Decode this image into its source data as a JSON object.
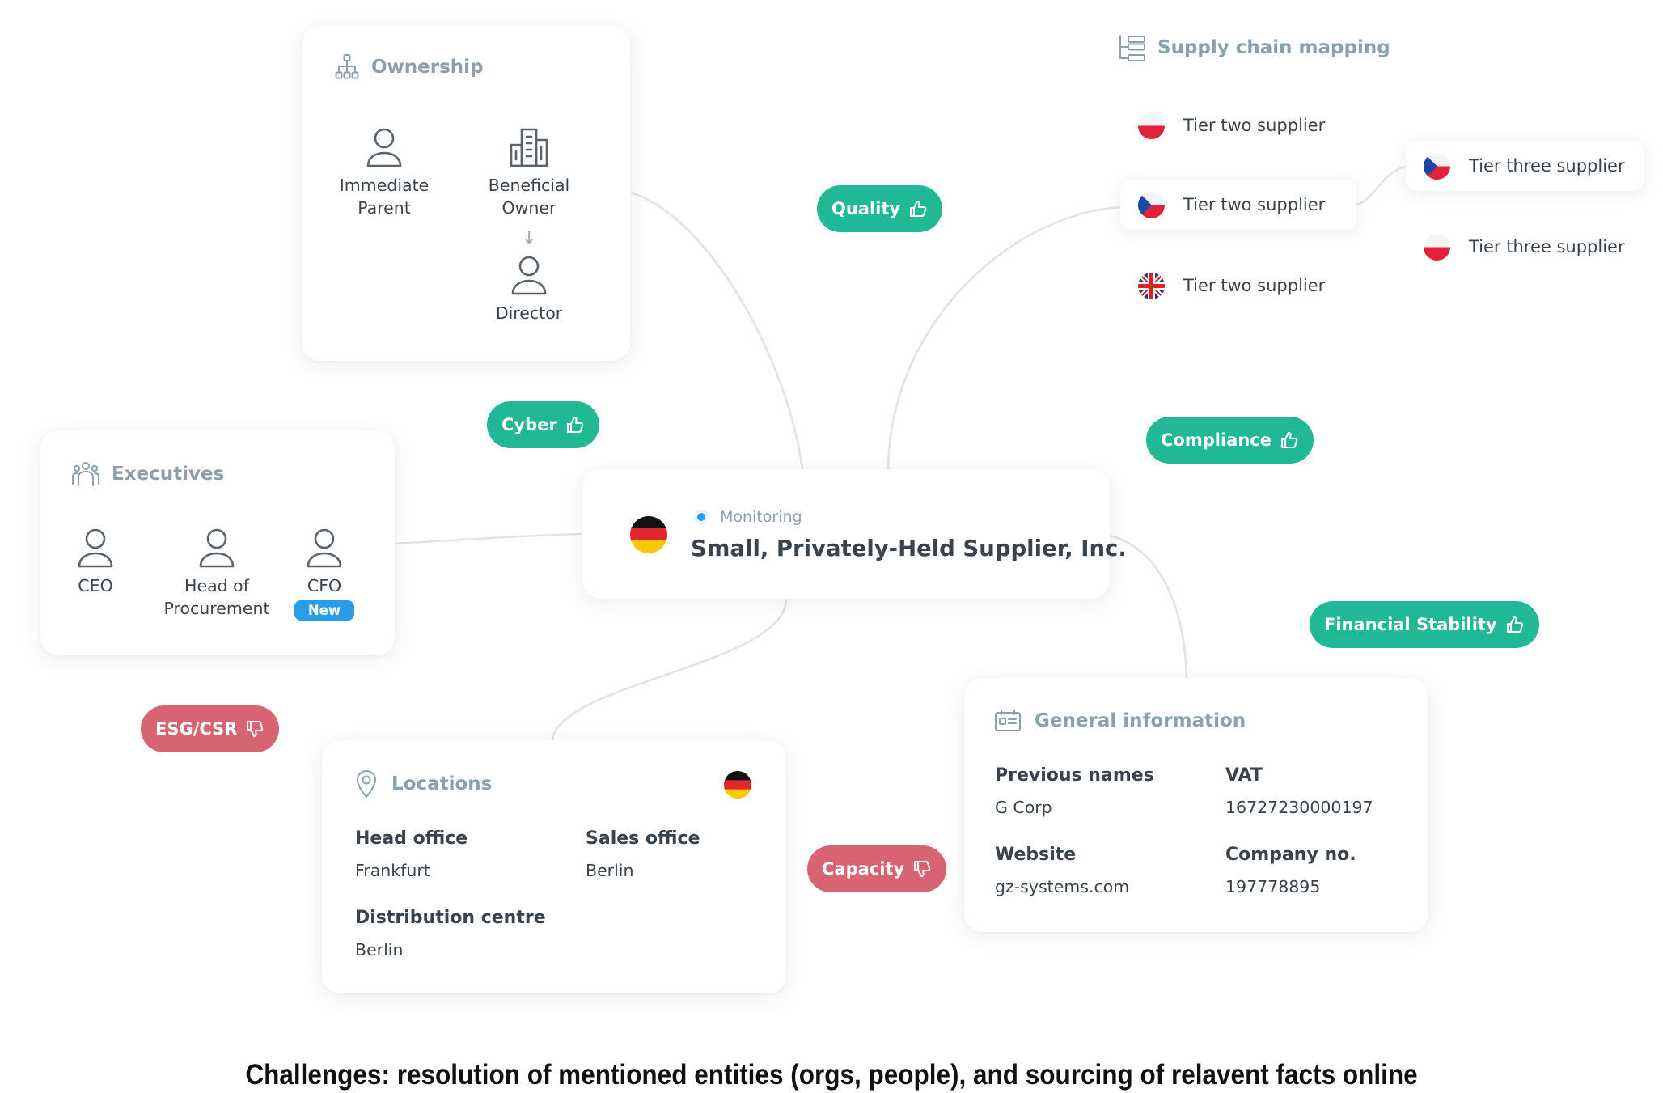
{
  "caption": "Challenges: resolution of mentioned entities (orgs, people), and sourcing of relavent facts online",
  "colors": {
    "positive": "#21b895",
    "negative": "#d86373",
    "new_badge": "#2b9ce8",
    "monitoring_dot": "#2b9ce8",
    "section_title": "#8aa1ab",
    "connector": "#dfe5e5"
  },
  "ownership": {
    "title": "Ownership",
    "icon": "org-tree-icon",
    "immediate_parent": "Immediate Parent",
    "beneficial_owner": "Beneficial Owner",
    "arrow": "↓",
    "director": "Director"
  },
  "executives": {
    "title": "Executives",
    "icon": "team-icon",
    "ceo": "CEO",
    "head_of_procurement": "Head of Procurement",
    "cfo": "CFO",
    "cfo_badge": "New"
  },
  "center": {
    "flag": "germany",
    "status": "Monitoring",
    "company": "Small, Privately-Held Supplier, Inc."
  },
  "supply_chain": {
    "title": "Supply chain mapping",
    "icon": "supply-tree-icon",
    "tier_two": [
      {
        "label": "Tier two supplier",
        "flag": "poland"
      },
      {
        "label": "Tier two supplier",
        "flag": "czech-republic"
      },
      {
        "label": "Tier two supplier",
        "flag": "united-kingdom"
      }
    ],
    "tier_three": [
      {
        "label": "Tier three supplier",
        "flag": "czech-republic"
      },
      {
        "label": "Tier three supplier",
        "flag": "poland"
      }
    ]
  },
  "tags": {
    "quality": {
      "label": "Quality",
      "sentiment": "positive",
      "icon": "thumbs-up-icon"
    },
    "cyber": {
      "label": "Cyber",
      "sentiment": "positive",
      "icon": "thumbs-up-icon"
    },
    "compliance": {
      "label": "Compliance",
      "sentiment": "positive",
      "icon": "thumbs-up-icon"
    },
    "financial_stability": {
      "label": "Financial Stability",
      "sentiment": "positive",
      "icon": "thumbs-up-icon"
    },
    "esg": {
      "label": "ESG/CSR",
      "sentiment": "negative",
      "icon": "thumbs-down-icon"
    },
    "capacity": {
      "label": "Capacity",
      "sentiment": "negative",
      "icon": "thumbs-down-icon"
    }
  },
  "locations": {
    "title": "Locations",
    "icon": "map-pin-icon",
    "flag": "germany",
    "head_office_label": "Head office",
    "head_office_value": "Frankfurt",
    "sales_office_label": "Sales office",
    "sales_office_value": "Berlin",
    "distribution_label": "Distribution centre",
    "distribution_value": "Berlin"
  },
  "general": {
    "title": "General information",
    "icon": "id-card-icon",
    "previous_names_label": "Previous names",
    "previous_names_value": "G Corp",
    "vat_label": "VAT",
    "vat_value": "16727230000197",
    "website_label": "Website",
    "website_value": "gz-systems.com",
    "company_no_label": "Company no.",
    "company_no_value": "197778895"
  }
}
